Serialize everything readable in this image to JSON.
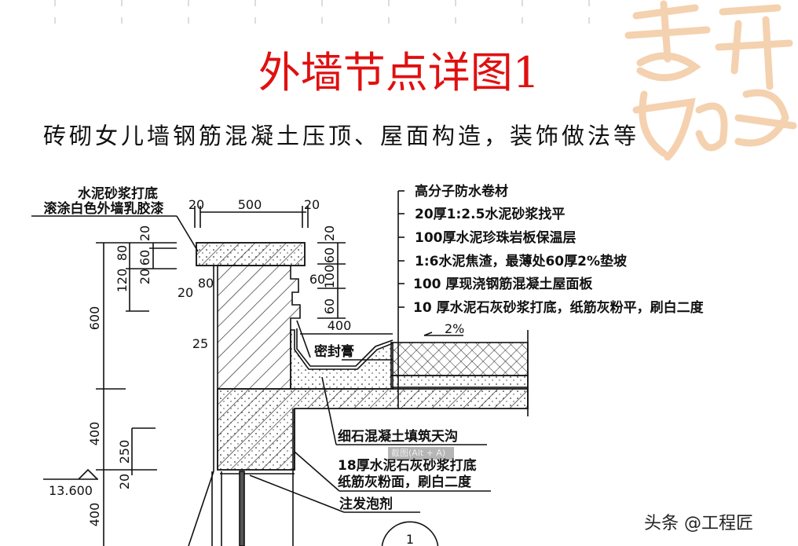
{
  "title": "外墙节点详图1",
  "subtitle": "砖砌女儿墙钢筋混凝土压顶、屋面构造，装饰做法等",
  "logo_text": "吉祥如意",
  "colors": {
    "title": "#e01010",
    "logo": "#f3c9a2"
  },
  "left_labels": [
    "水泥砂浆打底",
    "滚涂白色外墙乳胶漆"
  ],
  "right_labels": [
    "高分子防水卷材",
    "20厚1:2.5水泥砂浆找平",
    "100厚水泥珍珠岩板保温层",
    "1:6水泥焦渣，最薄处60厚2%垫坡",
    "100 厚现浇钢筋混凝土屋面板",
    "10 厚水泥石灰砂浆打底，纸筋灰粉平，刷白二度"
  ],
  "slope": "2%",
  "bottom_labels": [
    "密封膏",
    "细石混凝土填筑天沟",
    "18厚水泥石灰砂浆打底",
    "纸筋灰粉面，刷白二度",
    "注发泡剂"
  ],
  "dimensions": {
    "top": [
      "20",
      "500",
      "20"
    ],
    "left_outer": [
      "600",
      "400",
      "400"
    ],
    "left_mid": [
      "120",
      "80",
      "250",
      "20"
    ],
    "left_inner": [
      "20",
      "60",
      "20"
    ],
    "wall_left": [
      "20",
      "80",
      "25"
    ],
    "wall_right": [
      "20",
      "60",
      "100",
      "60",
      "60"
    ],
    "gutter": "400"
  },
  "elevation": "13.600",
  "detail_number": "1",
  "tooltip": "截图(Alt + A)",
  "watermark": "头条 @工程匠"
}
